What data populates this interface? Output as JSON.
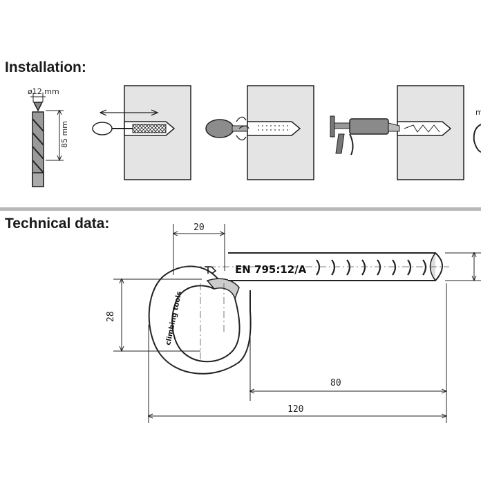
{
  "sections": {
    "installation": {
      "title": "Installation:"
    },
    "technical": {
      "title": "Technical data:"
    }
  },
  "drill": {
    "diameter_label": "ø12 mm",
    "depth_label": "85 mm"
  },
  "steps": [
    {
      "name": "drill-hole"
    },
    {
      "name": "clean-hole"
    },
    {
      "name": "blow-out-hole"
    },
    {
      "name": "inject-mortar"
    },
    {
      "name": "insert-anchor"
    }
  ],
  "anchor": {
    "marking": "EN 795:12/A",
    "brand": "climbing tools",
    "dimensions": {
      "width": "20",
      "eye_height": "28",
      "shaft_length": "80",
      "total_length": "120"
    }
  },
  "cutoff_text": "m"
}
